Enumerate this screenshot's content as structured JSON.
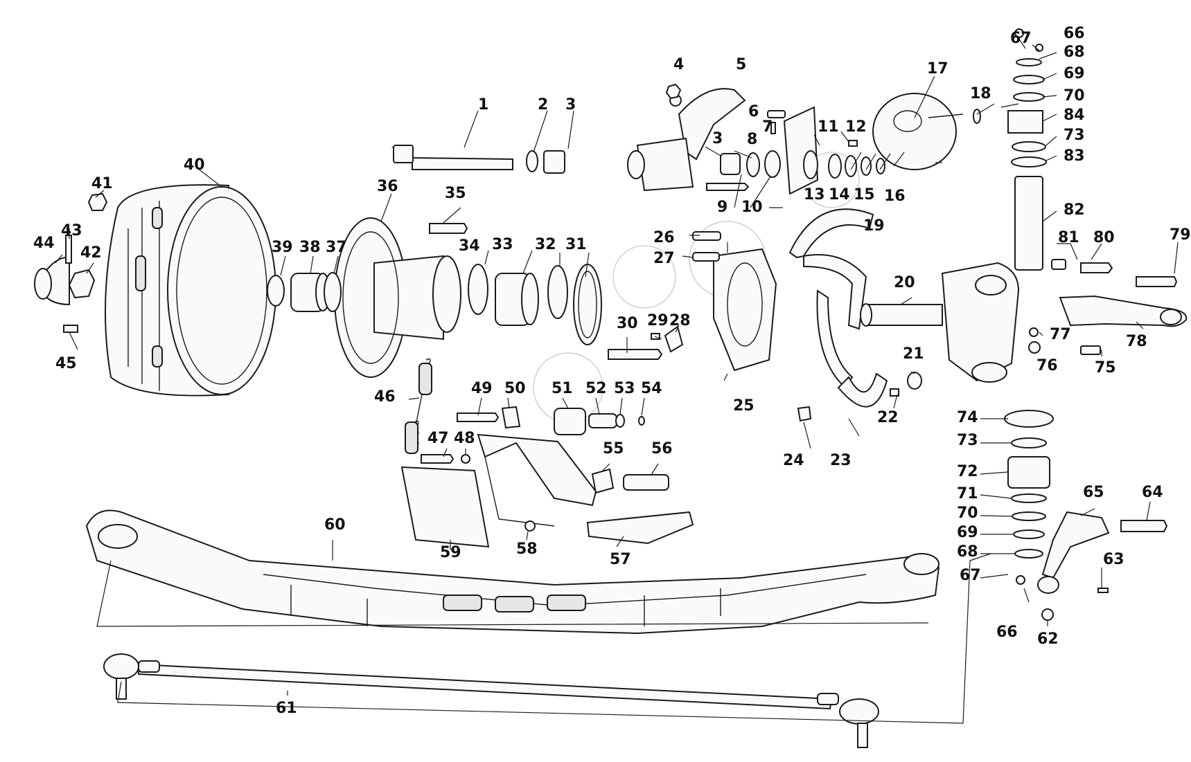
{
  "diagram": {
    "type": "exploded-parts-view",
    "callouts": [
      {
        "id": "c1",
        "text": "1"
      },
      {
        "id": "c2",
        "text": "2"
      },
      {
        "id": "c3a",
        "text": "3"
      },
      {
        "id": "c3b",
        "text": "3"
      },
      {
        "id": "c4",
        "text": "4"
      },
      {
        "id": "c5",
        "text": "5"
      },
      {
        "id": "c6",
        "text": "6"
      },
      {
        "id": "c7",
        "text": "7"
      },
      {
        "id": "c8",
        "text": "8"
      },
      {
        "id": "c9",
        "text": "9"
      },
      {
        "id": "c10",
        "text": "10"
      },
      {
        "id": "c11",
        "text": "11"
      },
      {
        "id": "c12",
        "text": "12"
      },
      {
        "id": "c13",
        "text": "13"
      },
      {
        "id": "c14",
        "text": "14"
      },
      {
        "id": "c15",
        "text": "15"
      },
      {
        "id": "c16",
        "text": "16"
      },
      {
        "id": "c17",
        "text": "17"
      },
      {
        "id": "c18",
        "text": "18"
      },
      {
        "id": "c19",
        "text": "19"
      },
      {
        "id": "c20",
        "text": "20"
      },
      {
        "id": "c21",
        "text": "21"
      },
      {
        "id": "c22",
        "text": "22"
      },
      {
        "id": "c23",
        "text": "23"
      },
      {
        "id": "c24",
        "text": "24"
      },
      {
        "id": "c25",
        "text": "25"
      },
      {
        "id": "c26",
        "text": "26"
      },
      {
        "id": "c27",
        "text": "27"
      },
      {
        "id": "c28",
        "text": "28"
      },
      {
        "id": "c29",
        "text": "29"
      },
      {
        "id": "c30",
        "text": "30"
      },
      {
        "id": "c31",
        "text": "31"
      },
      {
        "id": "c32",
        "text": "32"
      },
      {
        "id": "c33",
        "text": "33"
      },
      {
        "id": "c34",
        "text": "34"
      },
      {
        "id": "c35",
        "text": "35"
      },
      {
        "id": "c36",
        "text": "36"
      },
      {
        "id": "c37",
        "text": "37"
      },
      {
        "id": "c38",
        "text": "38"
      },
      {
        "id": "c39",
        "text": "39"
      },
      {
        "id": "c40",
        "text": "40"
      },
      {
        "id": "c41",
        "text": "41"
      },
      {
        "id": "c42",
        "text": "42"
      },
      {
        "id": "c43",
        "text": "43"
      },
      {
        "id": "c44",
        "text": "44"
      },
      {
        "id": "c45",
        "text": "45"
      },
      {
        "id": "c46",
        "text": "46"
      },
      {
        "id": "c47",
        "text": "47"
      },
      {
        "id": "c48",
        "text": "48"
      },
      {
        "id": "c49",
        "text": "49"
      },
      {
        "id": "c50",
        "text": "50"
      },
      {
        "id": "c51",
        "text": "51"
      },
      {
        "id": "c52",
        "text": "52"
      },
      {
        "id": "c53",
        "text": "53"
      },
      {
        "id": "c54",
        "text": "54"
      },
      {
        "id": "c55",
        "text": "55"
      },
      {
        "id": "c56",
        "text": "56"
      },
      {
        "id": "c57",
        "text": "57"
      },
      {
        "id": "c58",
        "text": "58"
      },
      {
        "id": "c59",
        "text": "59"
      },
      {
        "id": "c60",
        "text": "60"
      },
      {
        "id": "c61",
        "text": "61"
      },
      {
        "id": "c62",
        "text": "62"
      },
      {
        "id": "c63",
        "text": "63"
      },
      {
        "id": "c64",
        "text": "64"
      },
      {
        "id": "c65",
        "text": "65"
      },
      {
        "id": "c66a",
        "text": "66"
      },
      {
        "id": "c66b",
        "text": "66"
      },
      {
        "id": "c67a",
        "text": "67"
      },
      {
        "id": "c67b",
        "text": "67"
      },
      {
        "id": "c68a",
        "text": "68"
      },
      {
        "id": "c68b",
        "text": "68"
      },
      {
        "id": "c69a",
        "text": "69"
      },
      {
        "id": "c69b",
        "text": "69"
      },
      {
        "id": "c70a",
        "text": "70"
      },
      {
        "id": "c70b",
        "text": "70"
      },
      {
        "id": "c71",
        "text": "71"
      },
      {
        "id": "c72",
        "text": "72"
      },
      {
        "id": "c73a",
        "text": "73"
      },
      {
        "id": "c73b",
        "text": "73"
      },
      {
        "id": "c74",
        "text": "74"
      },
      {
        "id": "c75",
        "text": "75"
      },
      {
        "id": "c76",
        "text": "76"
      },
      {
        "id": "c77",
        "text": "77"
      },
      {
        "id": "c78",
        "text": "78"
      },
      {
        "id": "c79",
        "text": "79"
      },
      {
        "id": "c80",
        "text": "80"
      },
      {
        "id": "c81",
        "text": "81"
      },
      {
        "id": "c82",
        "text": "82"
      },
      {
        "id": "c83",
        "text": "83"
      },
      {
        "id": "c84",
        "text": "84"
      }
    ]
  }
}
